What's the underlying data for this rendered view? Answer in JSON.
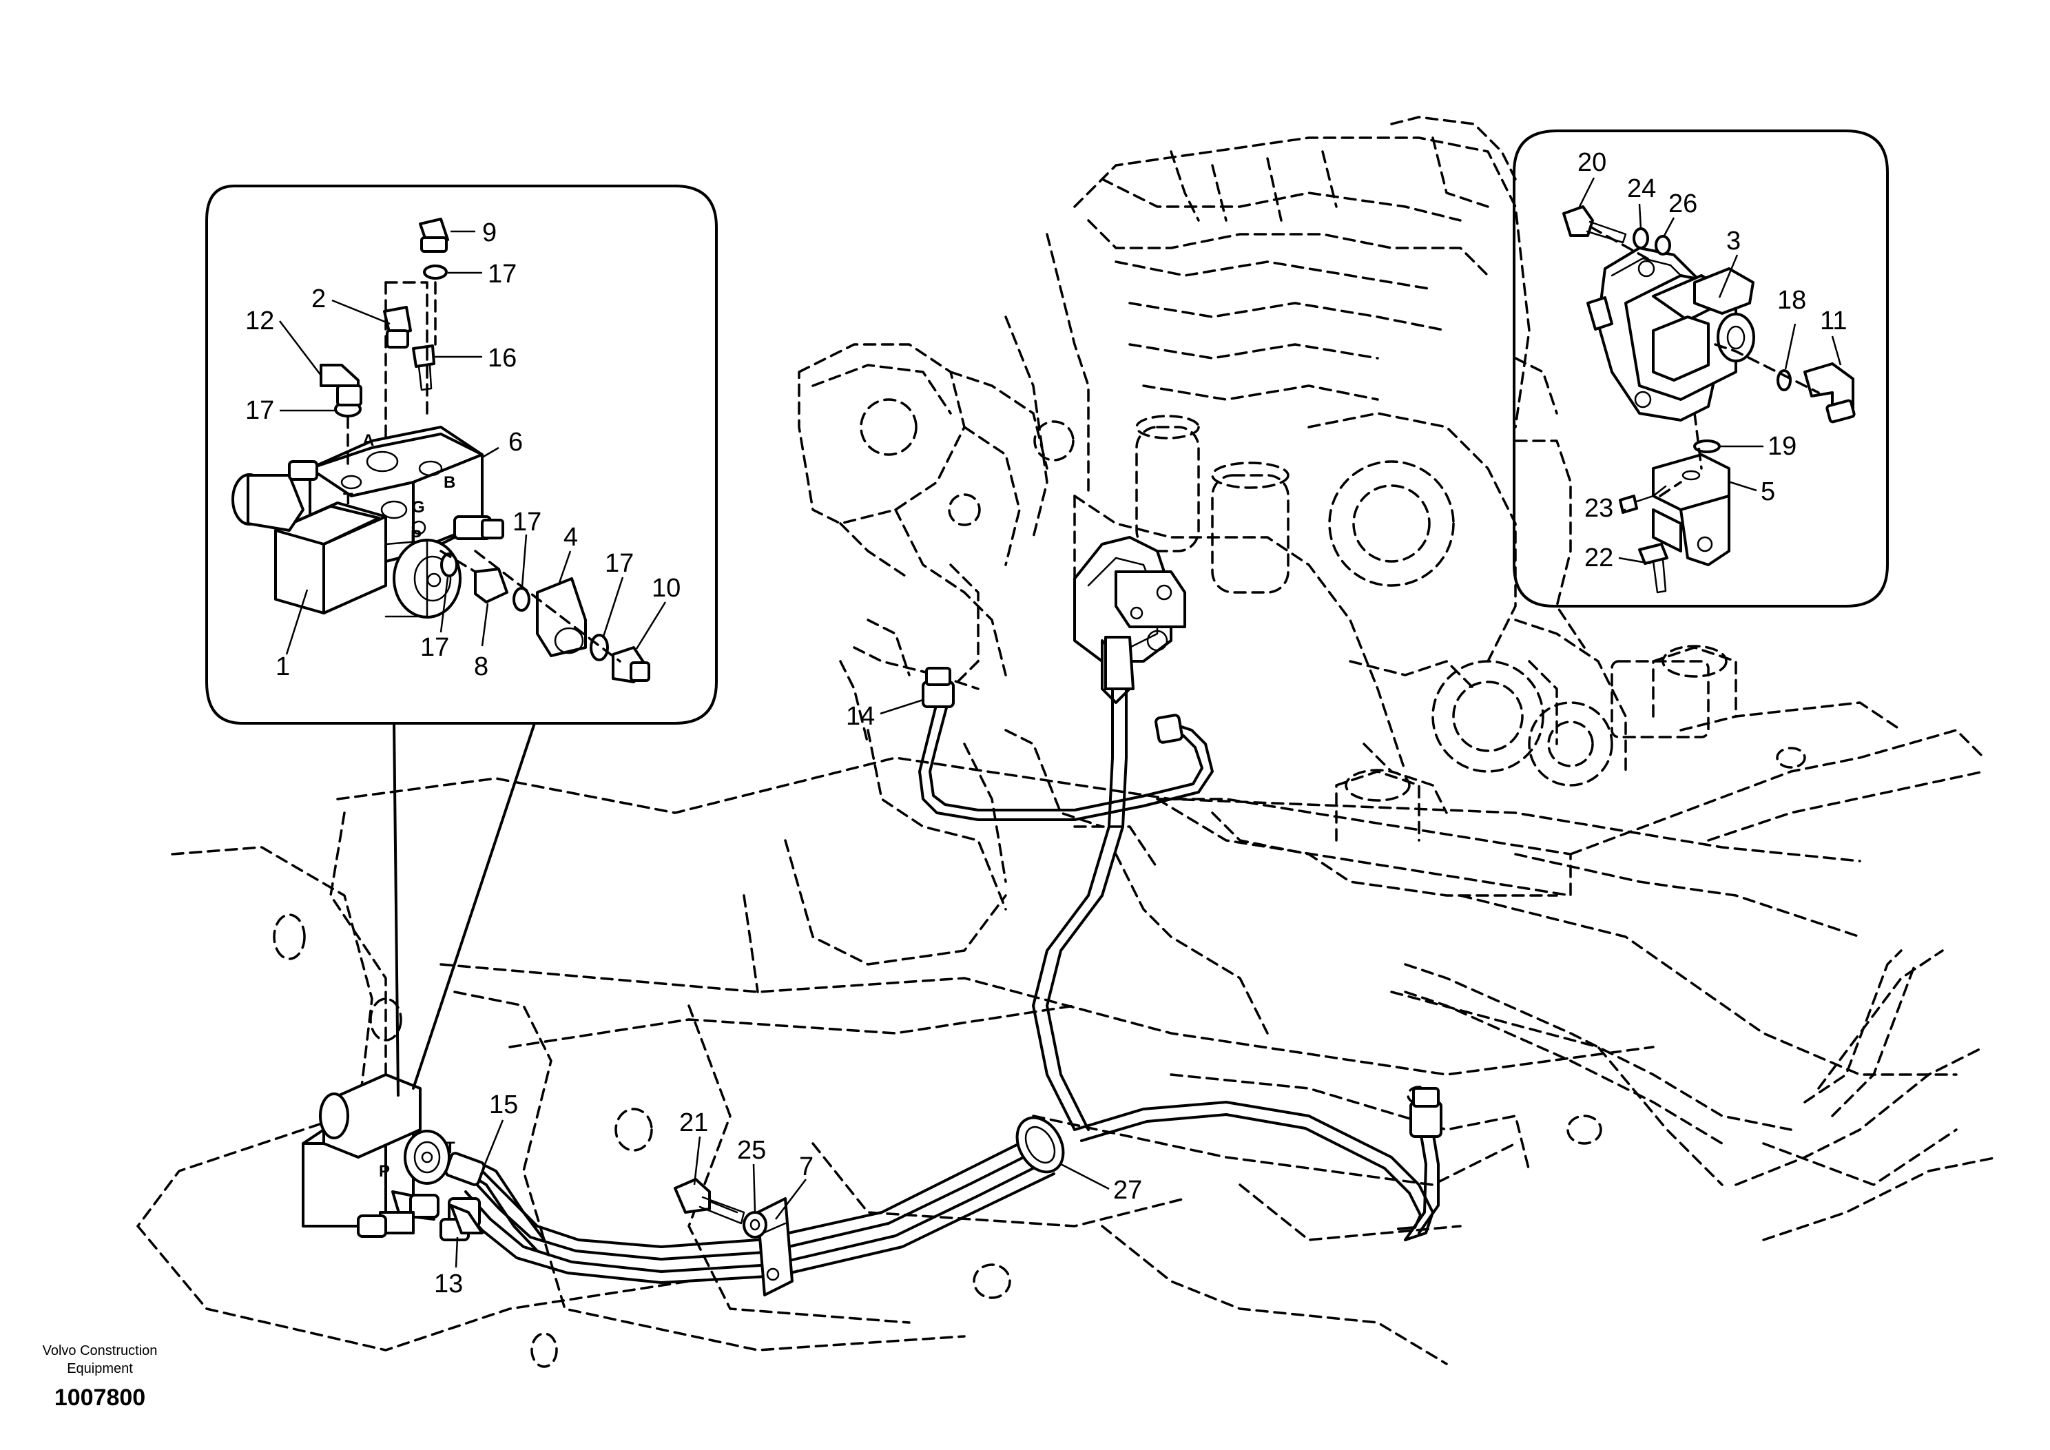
{
  "brand": {
    "line1": "Volvo Construction",
    "line2": "Equipment",
    "doc_number": "1007800"
  },
  "ports": {
    "A": "A",
    "B": "B",
    "T": "T",
    "P": "P",
    "G": "G"
  },
  "callouts": {
    "c1": "1",
    "c2": "2",
    "c3": "3",
    "c4": "4",
    "c5": "5",
    "c6": "6",
    "c7": "7",
    "c8": "8",
    "c9": "9",
    "c10": "10",
    "c11": "11",
    "c12": "12",
    "c13": "13",
    "c14": "14",
    "c15": "15",
    "c16": "16",
    "c17": "17",
    "c18": "18",
    "c19": "19",
    "c20": "20",
    "c21": "21",
    "c22": "22",
    "c23": "23",
    "c24": "24",
    "c25": "25",
    "c26": "26",
    "c27": "27"
  }
}
